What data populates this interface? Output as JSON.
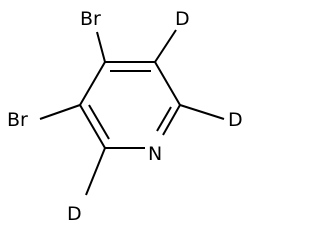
{
  "molecule": {
    "atoms": {
      "br_upper": "Br",
      "br_lower": "Br",
      "d_top_right": "D",
      "d_right": "D",
      "d_bottom_left": "D",
      "n": "N"
    },
    "colors": {
      "bond": "#000000",
      "label": "#000000",
      "background": "#ffffff"
    }
  }
}
